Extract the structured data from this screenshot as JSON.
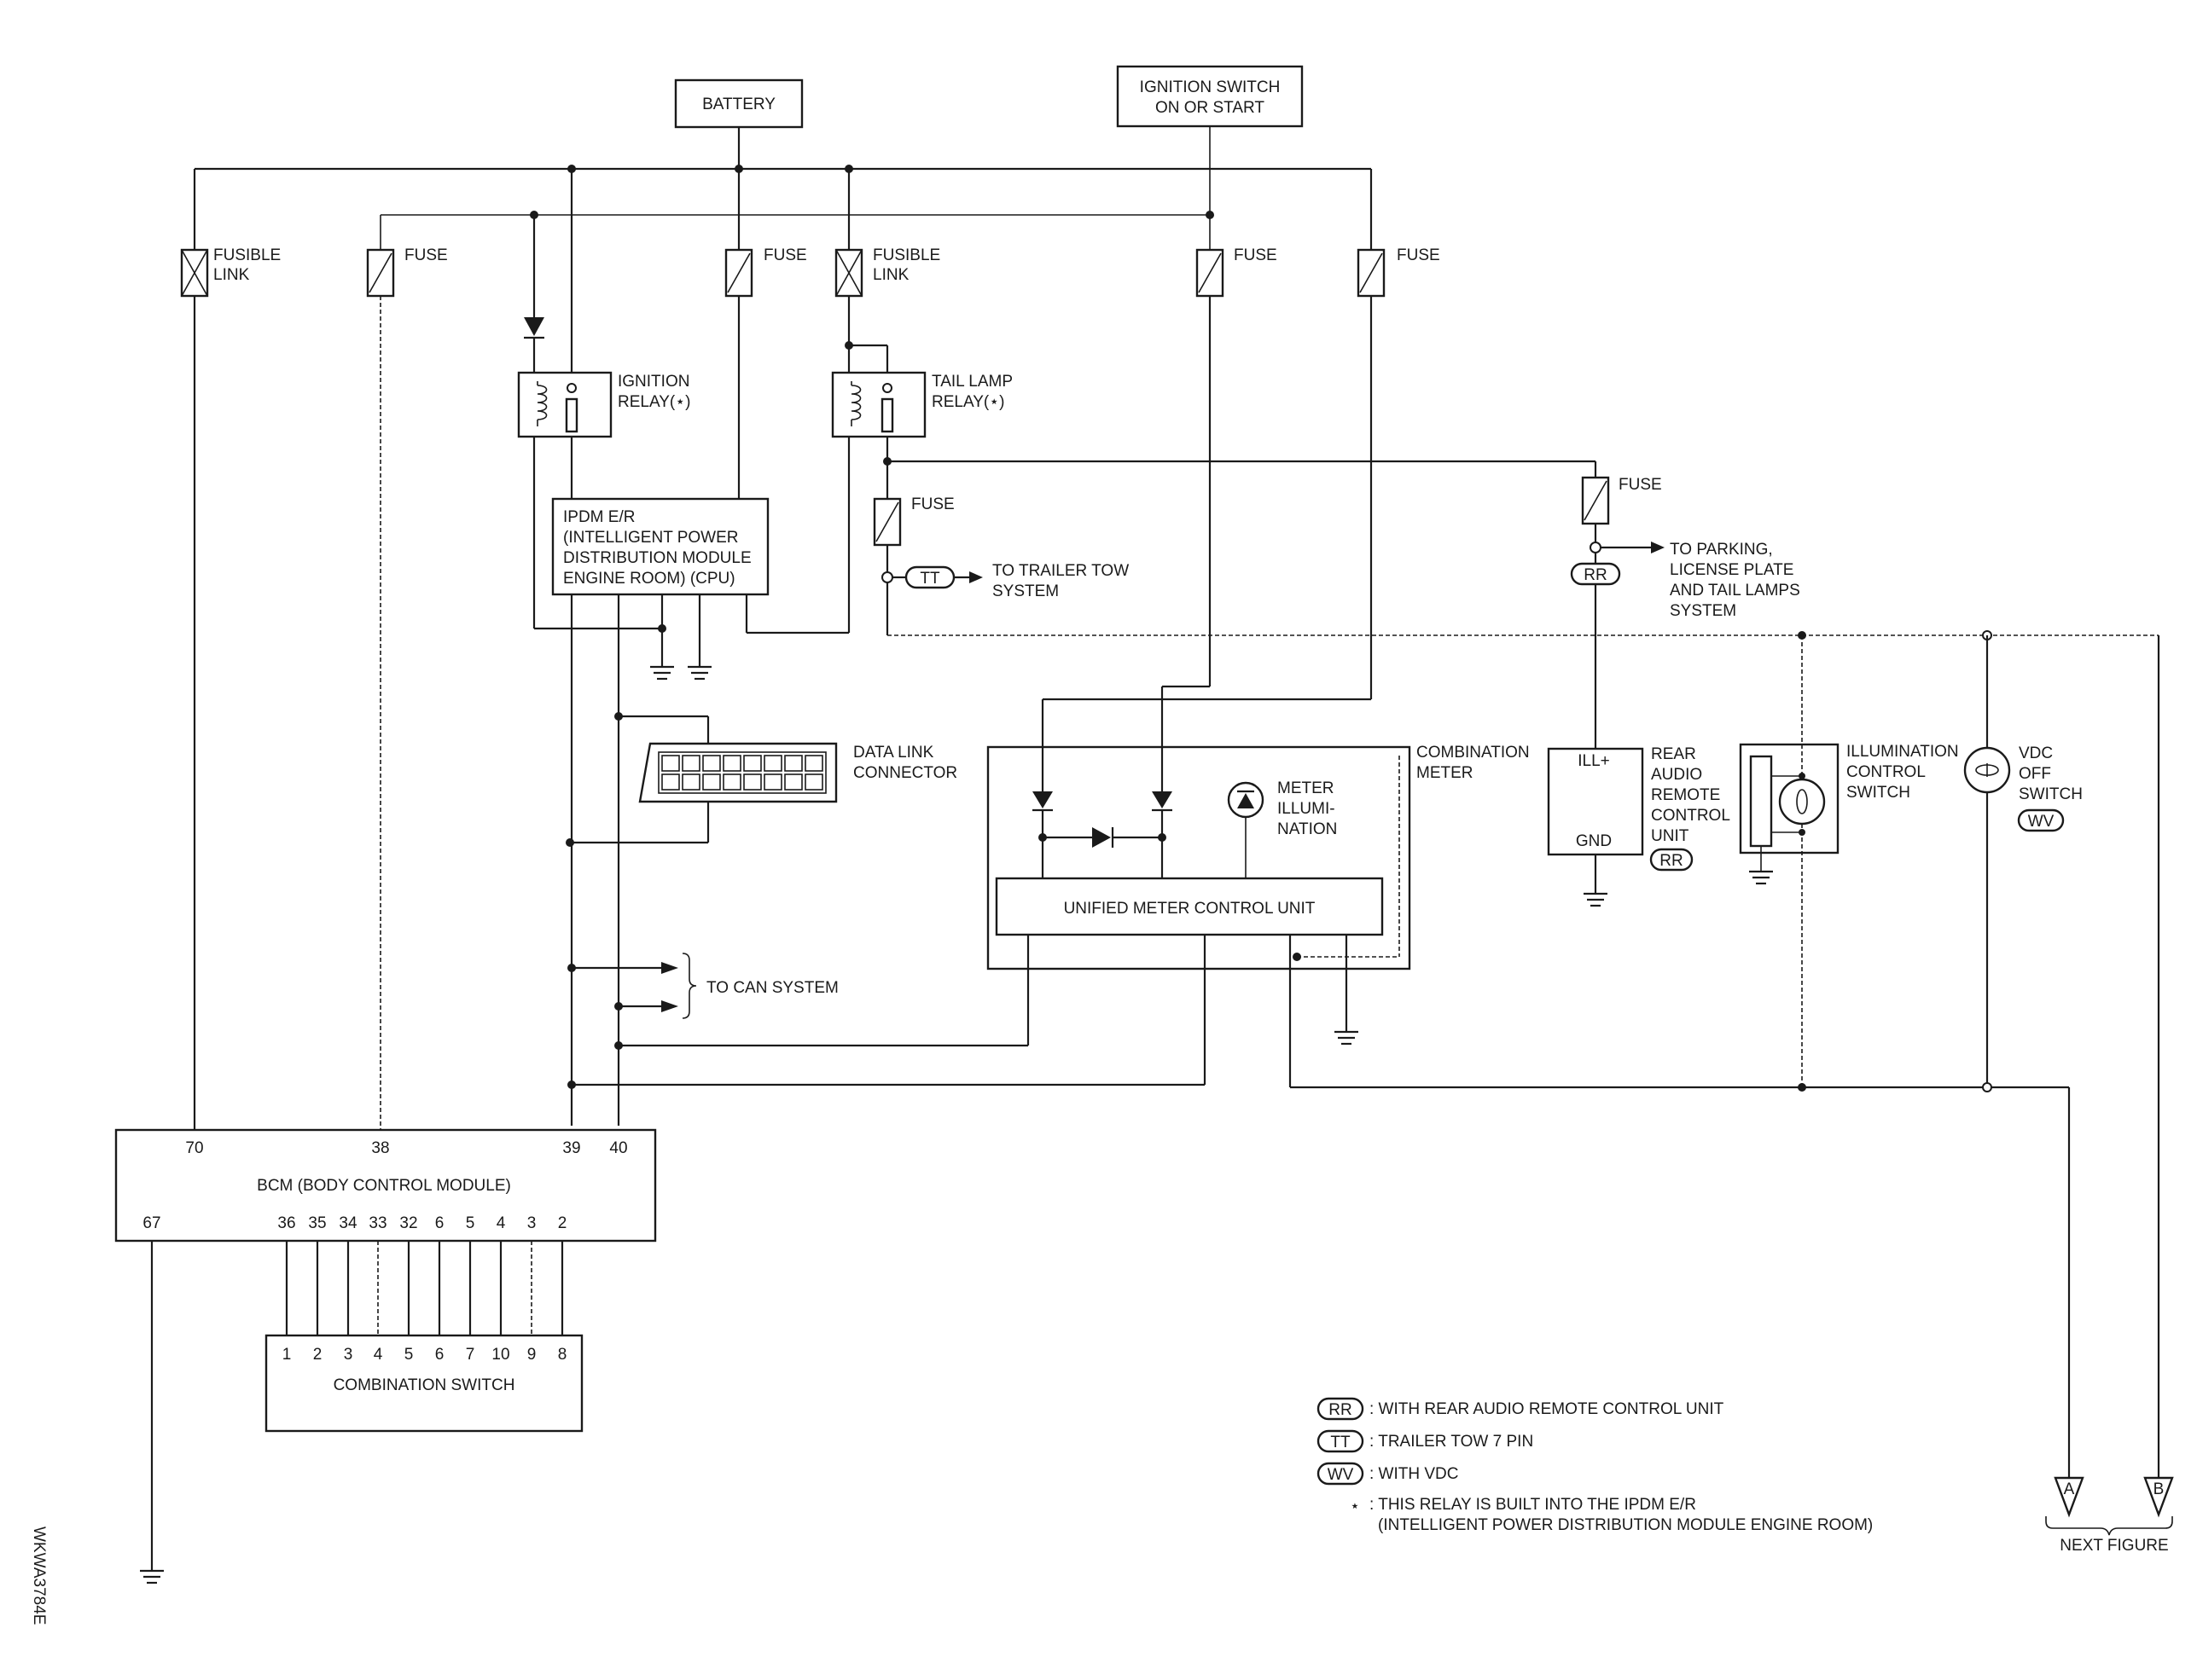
{
  "sources": {
    "battery": "BATTERY",
    "ignition_line1": "IGNITION SWITCH",
    "ignition_line2": "ON OR START"
  },
  "fuses": {
    "fusible_link_1": "FUSIBLE",
    "fusible_link_2": "LINK",
    "fuse": "FUSE"
  },
  "relays": {
    "ignition_line1": "IGNITION",
    "ignition_line2": "RELAY(⋆)",
    "tail_line1": "TAIL LAMP",
    "tail_line2": "RELAY(⋆)"
  },
  "ipdm": {
    "line1": "IPDM E/R",
    "line2": "(INTELLIGENT POWER",
    "line3": "DISTRIBUTION MODULE",
    "line4": "ENGINE ROOM) (CPU)"
  },
  "trailer": {
    "tag": "TT",
    "line1": "TO TRAILER TOW",
    "line2": "SYSTEM"
  },
  "parking": {
    "tag": "RR",
    "line1": "TO PARKING,",
    "line2": "LICENSE PLATE",
    "line3": "AND TAIL LAMPS",
    "line4": "SYSTEM"
  },
  "data_link": {
    "line1": "DATA LINK",
    "line2": "CONNECTOR"
  },
  "combination_meter": {
    "line1": "COMBINATION",
    "line2": "METER",
    "illum_line1": "METER",
    "illum_line2": "ILLUMI-",
    "illum_line3": "NATION",
    "unified": "UNIFIED METER CONTROL UNIT"
  },
  "rear_audio": {
    "ill": "ILL+",
    "gnd": "GND",
    "line1": "REAR",
    "line2": "AUDIO",
    "line3": "REMOTE",
    "line4": "CONTROL",
    "line5": "UNIT",
    "tag": "RR"
  },
  "illum_switch": {
    "line1": "ILLUMINATION",
    "line2": "CONTROL",
    "line3": "SWITCH"
  },
  "vdc_switch": {
    "line1": "VDC",
    "line2": "OFF",
    "line3": "SWITCH",
    "tag": "WV"
  },
  "can": {
    "label": "TO CAN SYSTEM"
  },
  "bcm": {
    "title": "BCM (BODY CONTROL MODULE)",
    "top_pins": [
      "70",
      "38",
      "39",
      "40"
    ],
    "ground_pin": "67",
    "bottom_pins": [
      "36",
      "35",
      "34",
      "33",
      "32",
      "6",
      "5",
      "4",
      "3",
      "2"
    ]
  },
  "combination_switch": {
    "title": "COMBINATION SWITCH",
    "pins": [
      "1",
      "2",
      "3",
      "4",
      "5",
      "6",
      "7",
      "10",
      "9",
      "8"
    ]
  },
  "legend": {
    "rr_tag": "RR",
    "rr_text": ": WITH REAR AUDIO REMOTE CONTROL UNIT",
    "tt_tag": "TT",
    "tt_text": ": TRAILER TOW 7 PIN",
    "wv_tag": "WV",
    "wv_text": ": WITH VDC",
    "star": "⋆",
    "star_line1": ": THIS RELAY IS BUILT INTO THE IPDM E/R",
    "star_line2": "(INTELLIGENT POWER DISTRIBUTION MODULE ENGINE ROOM)"
  },
  "connectors": {
    "a": "A",
    "b": "B",
    "next_line": "NEXT FIGURE"
  },
  "figure_code": "WKWA3784E"
}
